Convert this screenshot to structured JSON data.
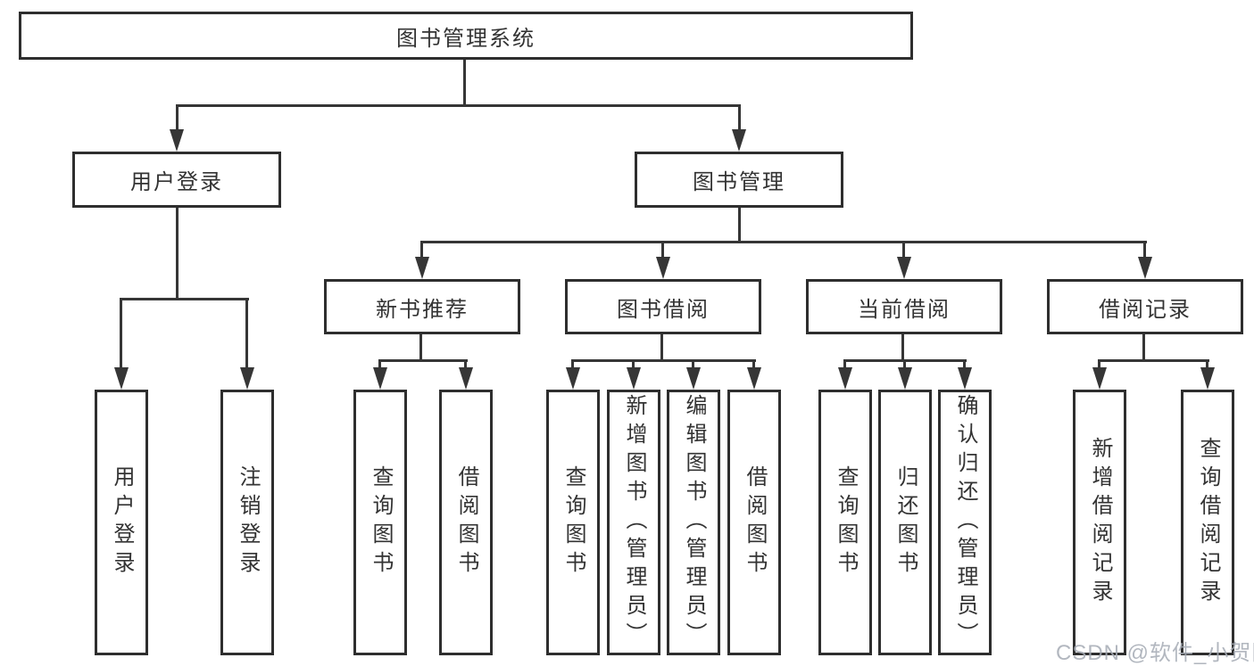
{
  "diagram": {
    "title": "图书管理系统",
    "level2": {
      "left": "用户登录",
      "right": "图书管理"
    },
    "level3": [
      "新书推荐",
      "图书借阅",
      "当前借阅",
      "借阅记录"
    ],
    "leaves": [
      "用户登录",
      "注销登录",
      "查询图书",
      "借阅图书",
      "查询图书",
      "新增图书（管理员）",
      "编辑图书（管理员）",
      "借阅图书",
      "查询图书",
      "归还图书",
      "确认归还（管理员）",
      "新增借阅记录",
      "查询借阅记录"
    ],
    "watermark": "CSDN @软件_小贺同学",
    "colors": {
      "line": "#363636",
      "box_border": "#2e2e2e",
      "text": "#333333",
      "watermark": "#a4aab4",
      "background": "#ffffff"
    }
  }
}
